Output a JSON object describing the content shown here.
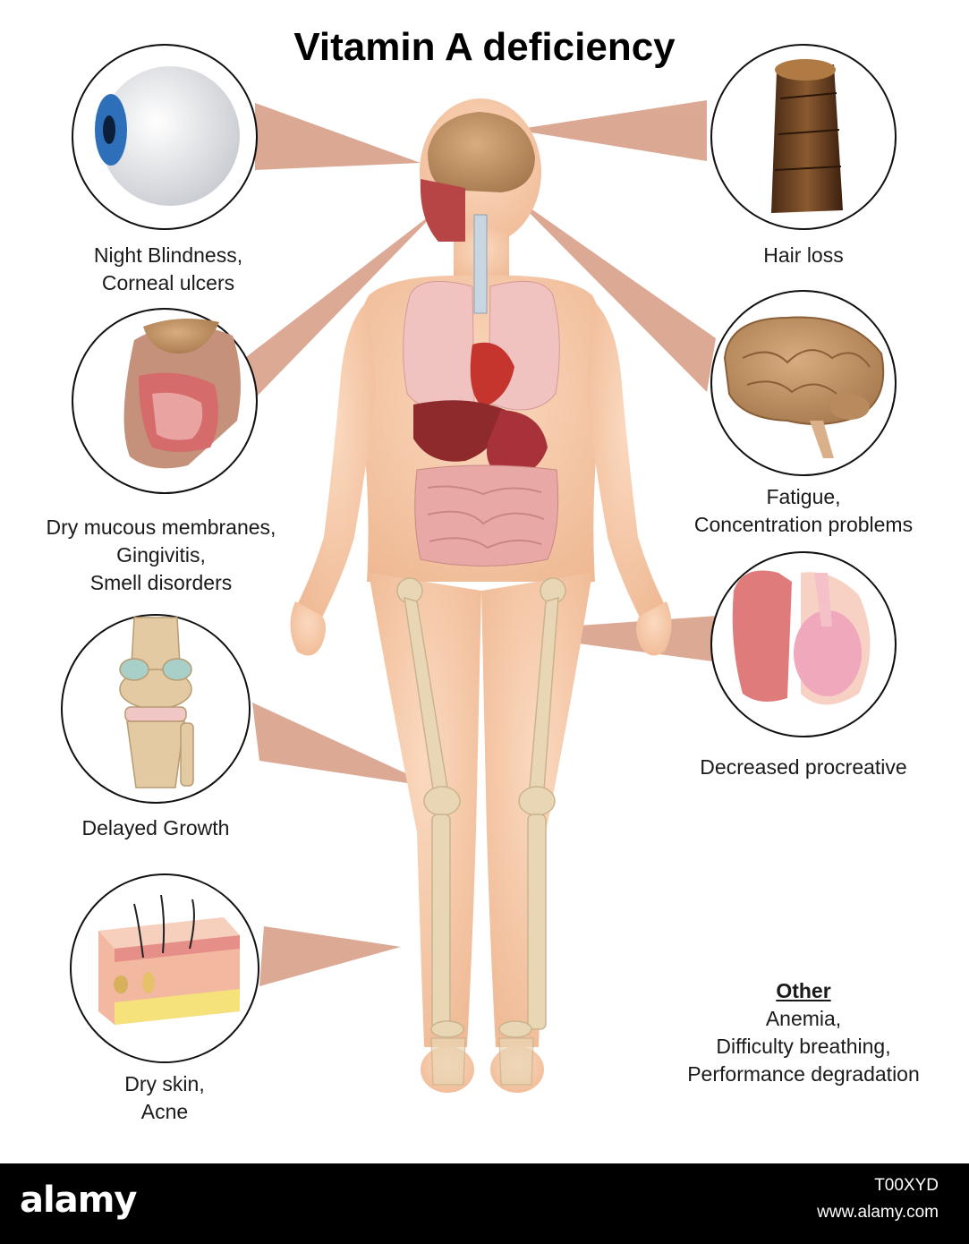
{
  "title": "Vitamin A deficiency",
  "callouts": [
    {
      "id": "eye",
      "lines": [
        "Night Blindness,",
        "Corneal ulcers"
      ],
      "icon": "eye-icon"
    },
    {
      "id": "nose",
      "lines": [
        "Dry mucous membranes,",
        "Gingivitis,",
        "Smell disorders"
      ],
      "icon": "nasal-cavity-icon"
    },
    {
      "id": "knee",
      "lines": [
        "Delayed Growth"
      ],
      "icon": "knee-joint-icon"
    },
    {
      "id": "skin",
      "lines": [
        "Dry skin,",
        "Acne"
      ],
      "icon": "skin-layers-icon"
    },
    {
      "id": "hair",
      "lines": [
        "Hair loss"
      ],
      "icon": "hair-shaft-icon"
    },
    {
      "id": "brain",
      "lines": [
        "Fatigue,",
        "Concentration problems"
      ],
      "icon": "brain-icon"
    },
    {
      "id": "repro",
      "lines": [
        "Decreased procreative"
      ],
      "icon": "testis-icon"
    }
  ],
  "other": {
    "heading": "Other",
    "lines": [
      "Anemia,",
      "Difficulty breathing,",
      "Performance degradation"
    ]
  },
  "banner": {
    "logo": "alamy",
    "image_id": "T00XYD",
    "url": "www.alamy.com"
  },
  "colors": {
    "callout_wedge": "#d9a48e",
    "skin": "#f6c7a6",
    "bone": "#e9d6b4",
    "organ_lung": "#f0c2c0",
    "organ_liver": "#8e2a2c",
    "intestine": "#e8a9a6",
    "brain": "#c69a6d"
  }
}
